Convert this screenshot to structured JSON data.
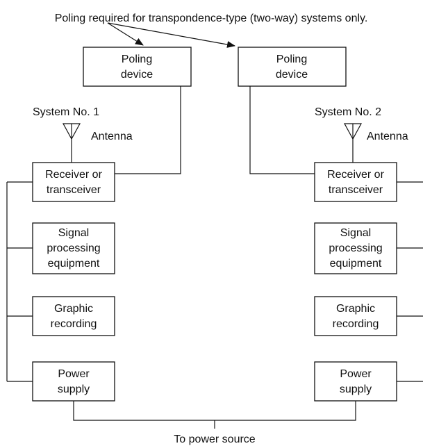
{
  "note": "Poling required for transpondence-type (two-way) systems only.",
  "footer": "To power source",
  "system1": {
    "label": "System No. 1",
    "antenna": "Antenna",
    "poling": [
      "Poling",
      "device"
    ],
    "receiver": [
      "Receiver or",
      "transceiver"
    ],
    "signal": [
      "Signal",
      "processing",
      "equipment"
    ],
    "graphic": [
      "Graphic",
      "recording"
    ],
    "power": [
      "Power",
      "supply"
    ]
  },
  "system2": {
    "label": "System No. 2",
    "antenna": "Antenna",
    "poling": [
      "Poling",
      "device"
    ],
    "receiver": [
      "Receiver or",
      "transceiver"
    ],
    "signal": [
      "Signal",
      "processing",
      "equipment"
    ],
    "graphic": [
      "Graphic",
      "recording"
    ],
    "power": [
      "Power",
      "supply"
    ]
  },
  "colors": {
    "line": "#111111",
    "background": "#ffffff"
  }
}
